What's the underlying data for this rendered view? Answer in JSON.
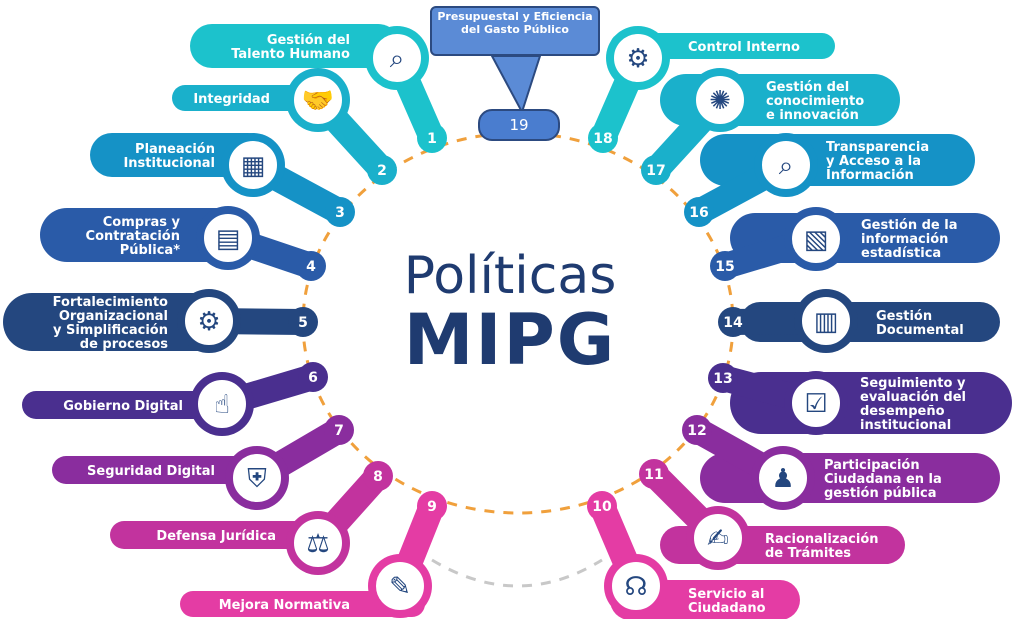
{
  "title": {
    "line1": "Políticas",
    "line2": "MIPG"
  },
  "callout": {
    "label": "Presupuestal y Eficiencia del Gasto Público",
    "number": "19"
  },
  "policies": [
    {
      "num": "1",
      "label": "Gestión del Talento Humano",
      "color": "#1cc2cc",
      "icon": "user-search-icon"
    },
    {
      "num": "2",
      "label": "Integridad",
      "color": "#1ab0cb",
      "icon": "handshake-icon"
    },
    {
      "num": "3",
      "label": "Planeación Institucional",
      "color": "#1592c6",
      "icon": "calendar-icon"
    },
    {
      "num": "4",
      "label": "Compras y Contratación Pública*",
      "color": "#2a5ba8",
      "icon": "contract-icon"
    },
    {
      "num": "5",
      "label": "Fortalecimiento Organizacional y Simplificación de procesos",
      "color": "#24477f",
      "icon": "process-icon"
    },
    {
      "num": "6",
      "label": "Gobierno Digital",
      "color": "#4a2f8f",
      "icon": "touch-icon"
    },
    {
      "num": "7",
      "label": "Seguridad Digital",
      "color": "#8a2d9e",
      "icon": "shield-lock-icon"
    },
    {
      "num": "8",
      "label": "Defensa Jurídica",
      "color": "#c2339e",
      "icon": "scales-shield-icon"
    },
    {
      "num": "9",
      "label": "Mejora Normativa",
      "color": "#e43ca4",
      "icon": "document-edit-icon"
    },
    {
      "num": "10",
      "label": "Servicio al Ciudadano",
      "color": "#e43ca4",
      "icon": "headset-icon"
    },
    {
      "num": "11",
      "label": "Racionalización de Trámites",
      "color": "#c2339e",
      "icon": "form-sign-icon"
    },
    {
      "num": "12",
      "label": "Participación Ciudadana en la gestión pública",
      "color": "#8a2d9e",
      "icon": "community-icon"
    },
    {
      "num": "13",
      "label": "Seguimiento y evaluación del desempeño institucional",
      "color": "#4a2f8f",
      "icon": "checklist-icon"
    },
    {
      "num": "14",
      "label": "Gestión Documental",
      "color": "#24477f",
      "icon": "filing-cabinet-icon"
    },
    {
      "num": "15",
      "label": "Gestión de la información estadística",
      "color": "#2a5ba8",
      "icon": "chart-icon"
    },
    {
      "num": "16",
      "label": "Transparencia y Acceso a la Información",
      "color": "#1592c6",
      "icon": "document-search-icon"
    },
    {
      "num": "17",
      "label": "Gestión del conocimiento e innovación",
      "color": "#1ab0cb",
      "icon": "lightbulb-icon"
    },
    {
      "num": "18",
      "label": "Control Interno",
      "color": "#1cc2cc",
      "icon": "gear-icon"
    }
  ]
}
